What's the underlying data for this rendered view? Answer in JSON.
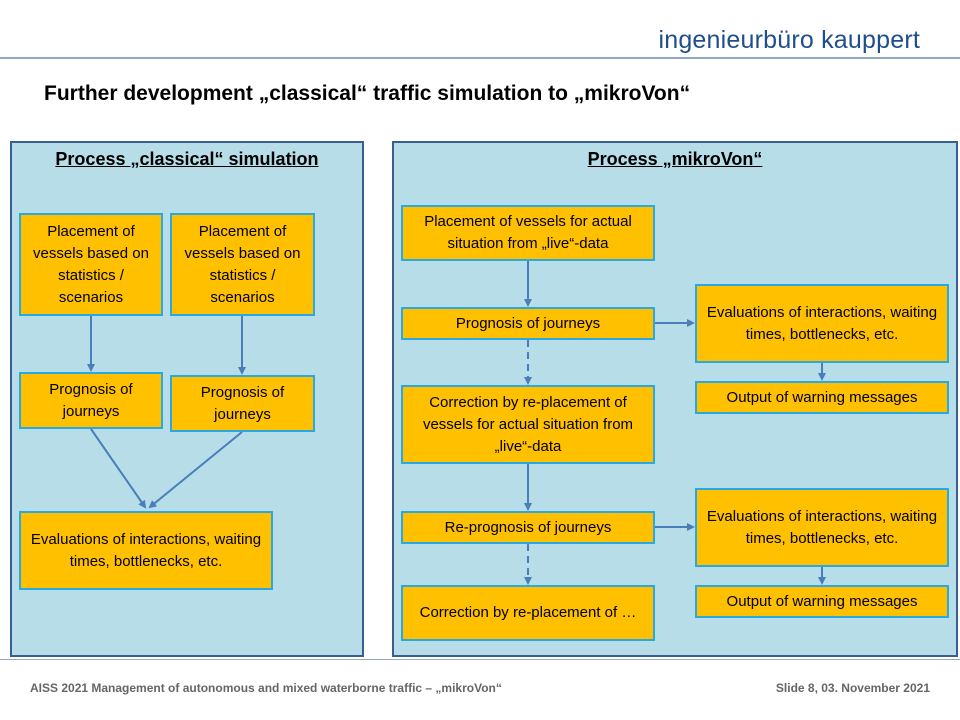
{
  "brand": "ingenieurbüro kauppert",
  "title": "Further development „classical“ traffic simulation to „mikroVon“",
  "left_panel": {
    "title": "Process „classical“ simulation",
    "placement_a": "Placement of vessels based on statistics / scenarios",
    "placement_b": "Placement of vessels based on statistics / scenarios",
    "prognosis_a": "Prognosis of journeys",
    "prognosis_b": "Prognosis of journeys",
    "evaluation": "Evaluations of interactions, waiting times, bottlenecks, etc."
  },
  "right_panel": {
    "title": "Process „mikroVon“",
    "placement_live": "Placement of vessels for actual situation from „live“-data",
    "prognosis": "Prognosis of journeys",
    "evaluation_1": "Evaluations of interactions, waiting times, bottlenecks, etc.",
    "warning_1": "Output of warning messages",
    "correction": "Correction by re-placement of vessels for actual situation from „live“-data",
    "reprognosis": "Re-prognosis of journeys",
    "evaluation_2": "Evaluations of interactions, waiting times, bottlenecks, etc.",
    "warning_2": "Output of warning messages",
    "correction_next": "Correction by re-placement of …"
  },
  "footer": {
    "left": "AISS 2021 Management of autonomous and mixed waterborne traffic – „mikroVon“",
    "right": "Slide 8, 03. November 2021"
  },
  "colors": {
    "panel_bg": "#b6dde8",
    "box_fill": "#ffc000",
    "box_border": "#2aa9e0",
    "arrow": "#4a7ebb",
    "brand": "#1f4e8c"
  }
}
